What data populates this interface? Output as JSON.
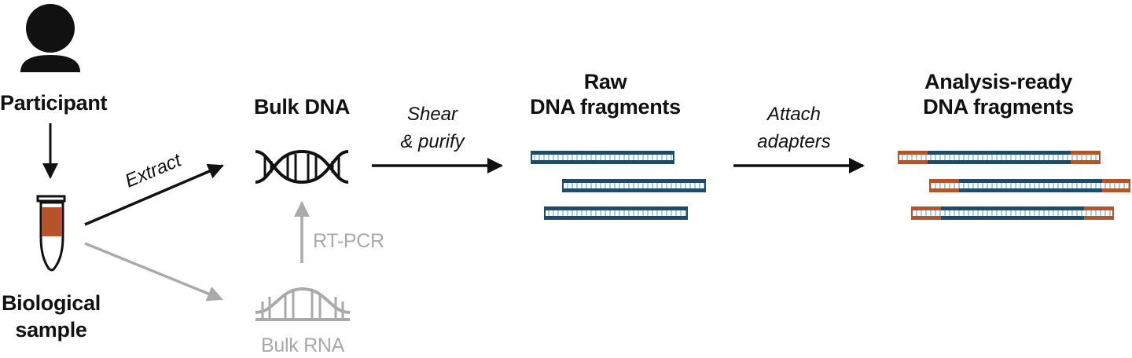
{
  "labels": {
    "participant": "Participant",
    "sample_line1": "Biological",
    "sample_line2": "sample",
    "bulk_dna": "Bulk DNA",
    "bulk_rna": "Bulk RNA",
    "raw_line1": "Raw",
    "raw_line2": "DNA fragments",
    "ready_line1": "Analysis-ready",
    "ready_line2": "DNA fragments"
  },
  "steps": {
    "extract": "Extract",
    "rt_pcr": "RT-PCR",
    "shear_line1": "Shear",
    "shear_line2": "& purify",
    "attach_line1": "Attach",
    "attach_line2": "adapters"
  },
  "colors": {
    "ink": "#111111",
    "strand": "#1e4a6b",
    "strand_inner": "#9fd3de",
    "adapter": "#b5532b",
    "muted": "#a9a9a9"
  }
}
